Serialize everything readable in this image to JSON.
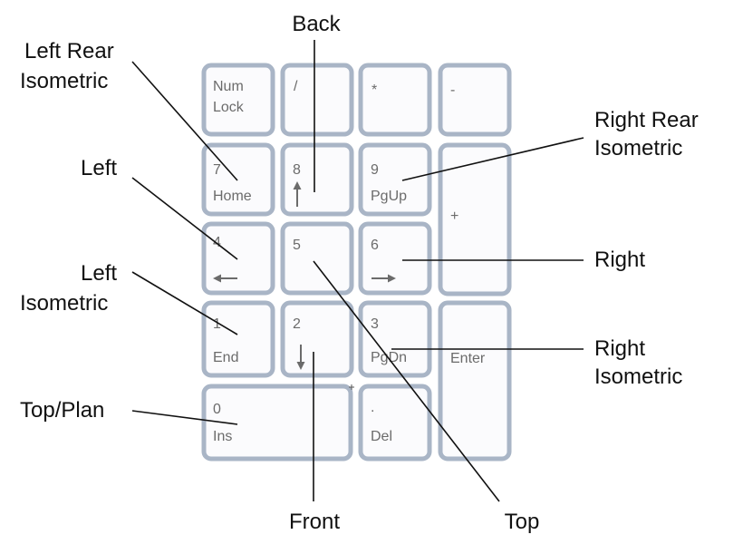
{
  "keys": {
    "numlock": {
      "line1": "Num",
      "line2": "Lock"
    },
    "divide": {
      "label": "/"
    },
    "multiply": {
      "label": "*"
    },
    "minus": {
      "label": "-"
    },
    "k7": {
      "num": "7",
      "label": "Home"
    },
    "k8": {
      "num": "8"
    },
    "k9": {
      "num": "9",
      "label": "PgUp"
    },
    "plus": {
      "label": "+"
    },
    "k4": {
      "num": "4"
    },
    "k5": {
      "num": "5"
    },
    "k6": {
      "num": "6"
    },
    "k1": {
      "num": "1",
      "label": "End"
    },
    "k2": {
      "num": "2"
    },
    "k3": {
      "num": "3",
      "label": "PgDn"
    },
    "enter": {
      "label": "Enter"
    },
    "k0": {
      "num": "0",
      "label": "Ins"
    },
    "decimal": {
      "num": ".",
      "label": "Del"
    }
  },
  "callouts": {
    "back": "Back",
    "left_rear_iso": {
      "line1": "Left Rear",
      "line2": "Isometric"
    },
    "right_rear_iso": {
      "line1": "Right Rear",
      "line2": "Isometric"
    },
    "left": "Left",
    "right": "Right",
    "left_iso": {
      "line1": "Left",
      "line2": "Isometric"
    },
    "right_iso": {
      "line1": "Right",
      "line2": "Isometric"
    },
    "top_plan": "Top/Plan",
    "front": "Front",
    "top": "Top"
  }
}
